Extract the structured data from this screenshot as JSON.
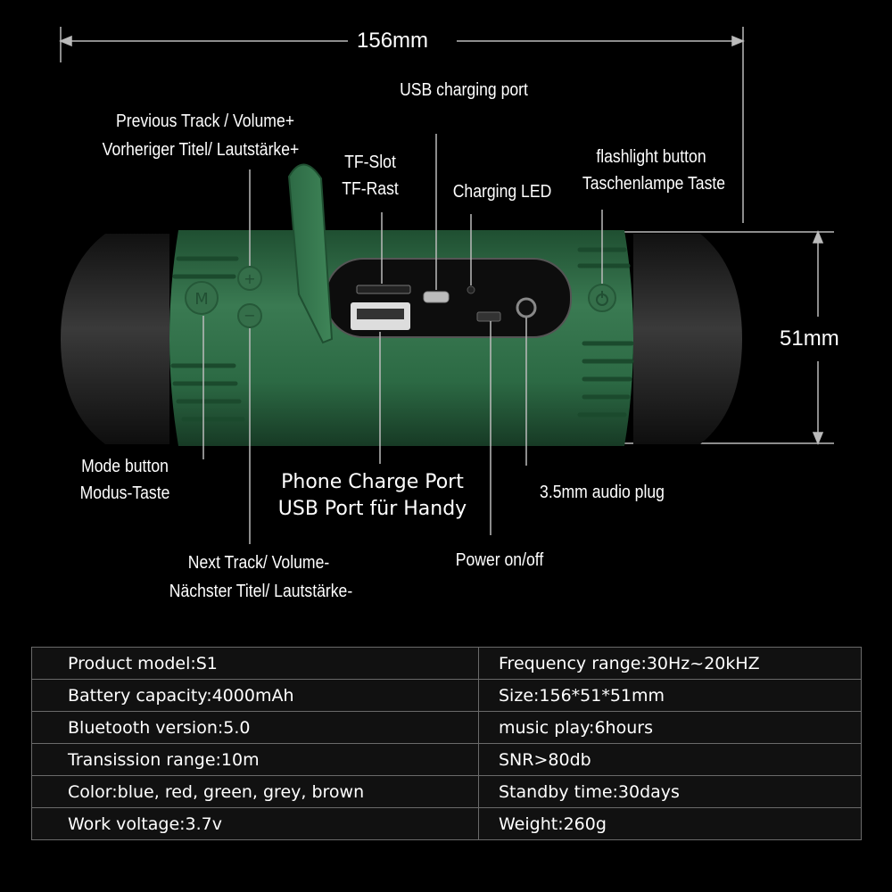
{
  "dimensions": {
    "length": "156mm",
    "height": "51mm"
  },
  "labels": {
    "usb_charging_port": "USB charging port",
    "previous_track_en": "Previous Track / Volume+",
    "previous_track_de": "Vorheriger Titel/ Lautstärke+",
    "tf_slot_en": "TF-Slot",
    "tf_slot_de": "TF-Rast",
    "charging_led": "Charging LED",
    "flashlight_en": "flashlight button",
    "flashlight_de": "Taschenlampe Taste",
    "mode_en": "Mode button",
    "mode_de": "Modus-Taste",
    "phone_charge_en": "Phone Charge Port",
    "phone_charge_de": "USB Port für Handy",
    "audio_plug": "3.5mm audio plug",
    "power": "Power on/off",
    "next_track_en": "Next Track/ Volume-",
    "next_track_de": "Nächster Titel/ Lautstärke-"
  },
  "colors": {
    "body_green": "#2f6b45",
    "end_cap": "#2b2b2b",
    "background": "#000000"
  },
  "specs": [
    {
      "left": "Product model:S1",
      "right": "Frequency range:30Hz~20kHZ"
    },
    {
      "left": "Battery capacity:4000mAh",
      "right": "Size:156*51*51mm"
    },
    {
      "left": "Bluetooth version:5.0",
      "right": "music play:6hours"
    },
    {
      "left": "Transission range:10m",
      "right": "SNR>80db"
    },
    {
      "left": "Color:blue, red, green, grey, brown",
      "right": "Standby time:30days"
    },
    {
      "left": "Work voltage:3.7v",
      "right": "Weight:260g"
    }
  ]
}
